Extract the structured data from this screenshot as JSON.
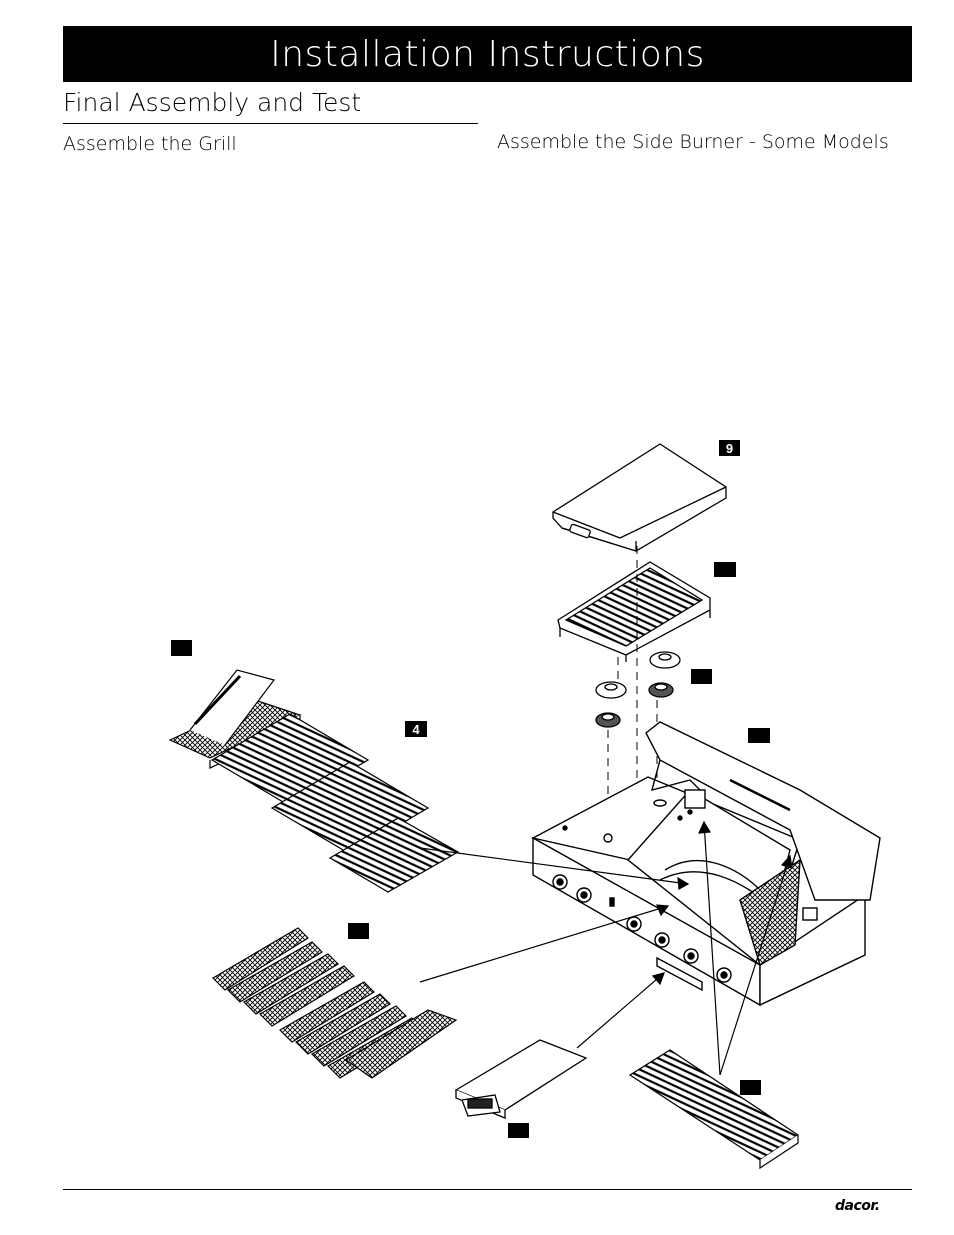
{
  "header": {
    "title": "Installation Instructions"
  },
  "section": {
    "title": "Final Assembly and Test",
    "left_subtitle": "Assemble the Grill",
    "right_subtitle": "Assemble the Side Burner - Some Models"
  },
  "callouts": {
    "cover": "9",
    "grates": "4"
  },
  "footer": {
    "logo": "dacor."
  }
}
